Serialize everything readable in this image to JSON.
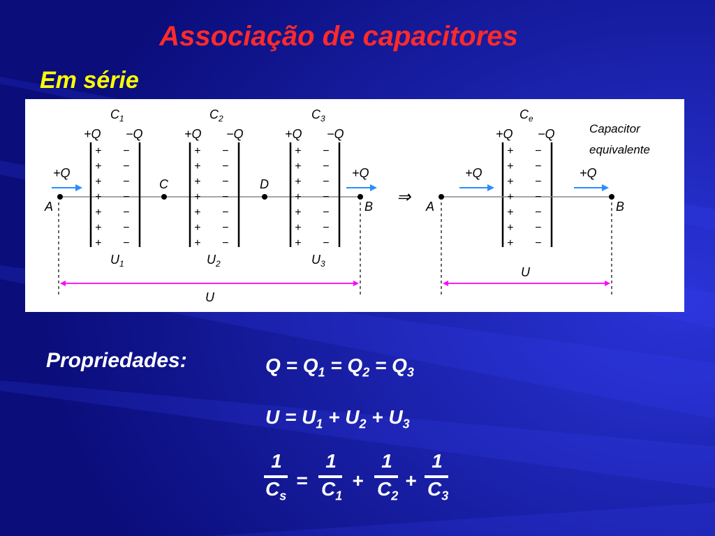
{
  "title": "Associação de capacitores",
  "subtitle": "Em série",
  "figure": {
    "capacitors": [
      {
        "label": "C",
        "sub": "1",
        "u_label": "U",
        "u_sub": "1"
      },
      {
        "label": "C",
        "sub": "2",
        "u_label": "U",
        "u_sub": "2"
      },
      {
        "label": "C",
        "sub": "3",
        "u_label": "U",
        "u_sub": "3"
      }
    ],
    "plus_q": "+Q",
    "minus_q": "−Q",
    "plus_sign": "+",
    "minus_sign": "−",
    "node_a": "A",
    "node_b": "B",
    "node_c": "C",
    "node_d": "D",
    "total_voltage": "U",
    "implies": "⇒",
    "equivalent": {
      "label": "C",
      "sub": "e",
      "caption_line1": "Capacitor",
      "caption_line2": "equivalente"
    },
    "colors": {
      "arrow": "#2a8cff",
      "voltage_line": "#ff00ff"
    }
  },
  "properties": {
    "label": "Propriedades:",
    "eq_q": {
      "lhs": "Q = Q",
      "s1": "1",
      "m1": " = Q",
      "s2": "2",
      "m2": " = Q",
      "s3": "3"
    },
    "eq_u": {
      "lhs": "U = U",
      "s1": "1",
      "m1": " + U",
      "s2": "2",
      "m2": " + U",
      "s3": "3"
    },
    "eq_c": {
      "one": "1",
      "den_s": {
        "base": "C",
        "sub": "s"
      },
      "den_1": {
        "base": "C",
        "sub": "1"
      },
      "den_2": {
        "base": "C",
        "sub": "2"
      },
      "den_3": {
        "base": "C",
        "sub": "3"
      },
      "equals": "=",
      "plus": "+"
    }
  }
}
